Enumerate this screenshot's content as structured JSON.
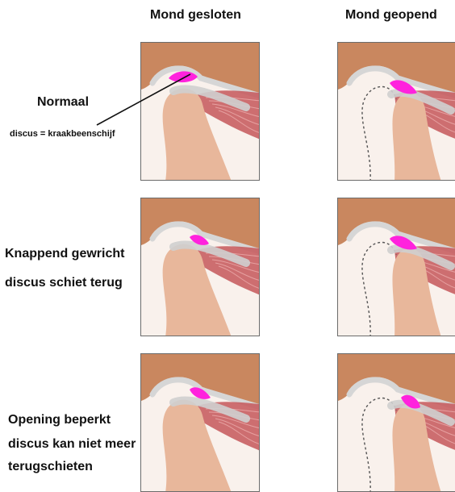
{
  "columns": {
    "closed": "Mond gesloten",
    "open": "Mond geopend"
  },
  "rows": [
    {
      "labels": [
        "Normaal",
        "discus = kraakbeenschijf"
      ]
    },
    {
      "labels": [
        "Knappend gewricht",
        "discus schiet terug"
      ]
    },
    {
      "labels": [
        "Opening beperkt",
        "discus kan niet meer",
        "terugschieten"
      ]
    }
  ],
  "colors": {
    "disc": "#ff22dd",
    "bone": "#e8b79b",
    "skull": "#c9875f",
    "muscle": "#c6575a",
    "ligament": "#d6d6d6"
  }
}
